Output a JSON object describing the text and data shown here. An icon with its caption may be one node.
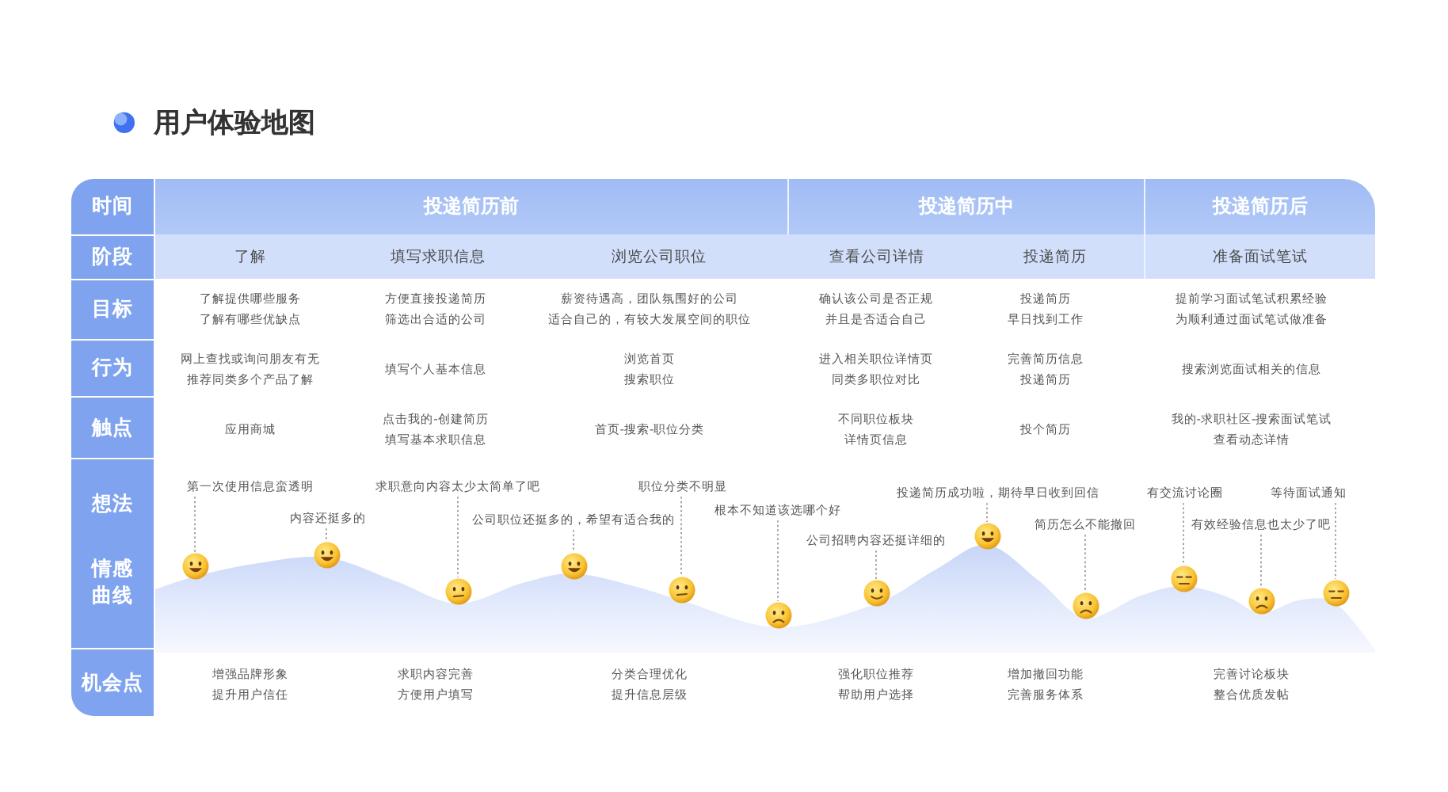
{
  "diagram": {
    "title": "用户体验地图",
    "nodes": [
      {
        "text": [
          "时间"
        ]
      },
      {
        "text": [
          "投递简历前"
        ]
      },
      {
        "text": [
          "投递简历中"
        ]
      },
      {
        "text": [
          "投递简历后"
        ]
      },
      {
        "text": [
          "阶段"
        ]
      },
      {
        "text": [
          "了解"
        ]
      },
      {
        "text": [
          "填写求职信息"
        ]
      },
      {
        "text": [
          "浏览公司职位"
        ]
      },
      {
        "text": [
          "查看公司详情"
        ]
      },
      {
        "text": [
          "投递简历"
        ]
      },
      {
        "text": [
          "准备面试笔试"
        ]
      },
      {
        "text": [
          "目标"
        ]
      },
      {
        "text": [
          "行为"
        ]
      },
      {
        "text": [
          "触点"
        ]
      },
      {
        "text": [
          "想法",
          "情感曲线"
        ]
      },
      {
        "text": [
          "第一次使用信息蛮透明"
        ]
      },
      {
        "text": [],
        "shape": "picture"
      },
      {
        "text": [
          "内容还挺多的"
        ]
      },
      {
        "text": [],
        "shape": "picture"
      },
      {
        "text": [
          "求职意向内容太少太简单了吧"
        ]
      },
      {
        "text": [],
        "shape": "picture"
      },
      {
        "text": [
          "公司职位还挺多的，希望有适合我的"
        ]
      },
      {
        "text": [],
        "shape": "picture"
      },
      {
        "text": [
          "职位分类不明显"
        ]
      },
      {
        "text": [],
        "shape": "picture"
      },
      {
        "text": [
          "根本不知道该选哪个好"
        ]
      },
      {
        "text": [],
        "shape": "picture"
      },
      {
        "text": [
          "公司招聘内容还挺详细的"
        ]
      },
      {
        "text": [],
        "shape": "picture"
      },
      {
        "text": [
          "投递简历成功啦，期待早日收到回信"
        ]
      },
      {
        "text": [],
        "shape": "picture"
      },
      {
        "text": [
          "简历怎么不能撤回"
        ]
      },
      {
        "text": [],
        "shape": "picture"
      },
      {
        "text": [
          "有交流讨论圈"
        ]
      },
      {
        "text": [],
        "shape": "picture"
      },
      {
        "text": [
          "有效经验信息也太少了吧"
        ]
      },
      {
        "text": [],
        "shape": "picture"
      },
      {
        "text": [
          "等待面试通知"
        ]
      },
      {
        "text": [],
        "shape": "picture"
      },
      {
        "text": [
          "机会点"
        ]
      }
    ],
    "edges": [
      {
        "from": 15,
        "to": 16,
        "arrow": "none",
        "style": "dashed"
      },
      {
        "from": 17,
        "to": 18,
        "arrow": "none",
        "style": "dashed"
      },
      {
        "from": 19,
        "to": 20,
        "arrow": "none",
        "style": "dashed"
      },
      {
        "from": 21,
        "to": 22,
        "arrow": "none",
        "style": "dashed"
      },
      {
        "from": 23,
        "to": 24,
        "arrow": "none",
        "style": "dashed"
      },
      {
        "from": 25,
        "to": 26,
        "arrow": "none",
        "style": "dashed"
      },
      {
        "from": 27,
        "to": 28,
        "arrow": "none",
        "style": "dashed"
      },
      {
        "from": 29,
        "to": 30,
        "arrow": "none",
        "style": "dashed"
      },
      {
        "from": 31,
        "to": 32,
        "arrow": "none",
        "style": "dashed"
      },
      {
        "from": 33,
        "to": 34,
        "arrow": "none",
        "style": "dashed"
      },
      {
        "from": 35,
        "to": 36,
        "arrow": "none",
        "style": "dashed"
      },
      {
        "from": 37,
        "to": 38,
        "arrow": "none",
        "style": "dashed"
      }
    ],
    "labels": [
      "了解提供哪些服务了解有哪些优缺点",
      "方便直接投递简历筛选出合适的公司",
      "薪资待遇高，团队氛围好的公司适合自己的，有较大发展空间的职位",
      "确认该公司是否正规并且是否适合自己",
      "投递简历早日找到工作",
      "提前学习面试笔试积累经验为顺利通过面试笔试做准备",
      "网上查找或询问朋友有无推荐同类多个产品了解",
      "填写个人基本信息",
      "浏览首页搜索职位",
      "进入相关职位详情页同类多职位对比",
      "完善简历信息投递简历",
      "搜索浏览面试相关的信息",
      "应用商城",
      "点击我的-创建简历填写基本求职信息",
      "首页-搜索-职位分类",
      "不同职位板块详情页信息",
      "投个简历",
      "我的-求职社区-搜索面试笔试查看动态详情",
      "增强品牌形象提升用户信任",
      "求职内容完善方便用户填写",
      "分类合理优化提升信息层级",
      "强化职位推荐帮助用户选择",
      "增加撤回功能完善服务体系",
      "完善讨论板块整合优质发帖"
    ]
  }
}
